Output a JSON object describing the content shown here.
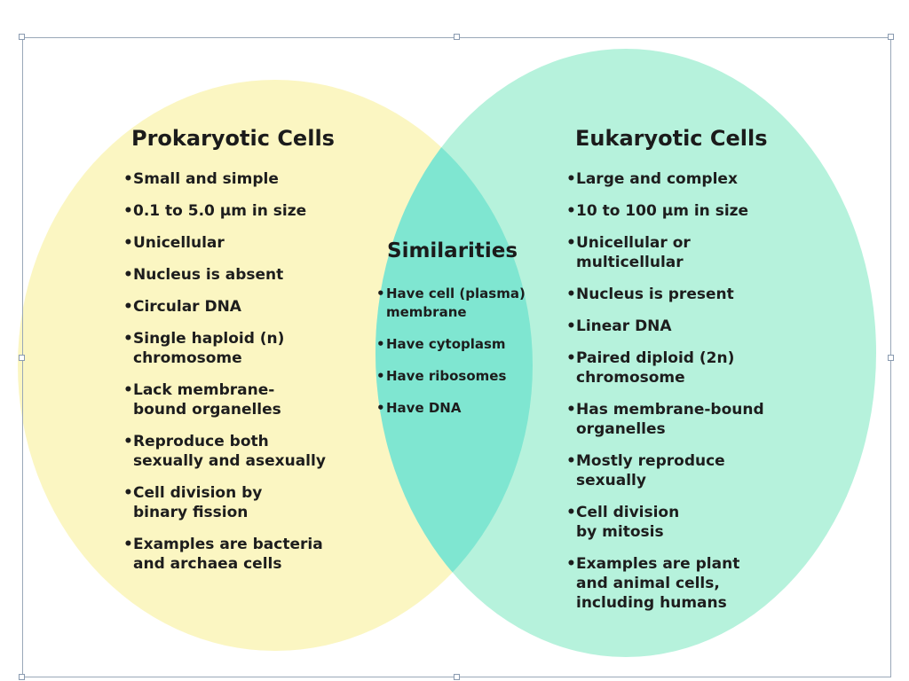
{
  "diagram": {
    "type": "venn",
    "colors": {
      "left_circle": "#fbf6c2",
      "right_circle": "#b6f2dc",
      "overlap": "#7fe6d1",
      "frame": "#9aa8b8"
    },
    "left": {
      "title": "Prokaryotic Cells",
      "items": [
        "Small and simple",
        "0.1 to 5.0 µm in size",
        "Unicellular",
        "Nucleus is absent",
        "Circular DNA",
        "Single haploid (n)\nchromosome",
        "Lack membrane-\nbound organelles",
        "Reproduce both\nsexually and asexually",
        "Cell division by\nbinary fission",
        "Examples are bacteria\nand archaea cells"
      ]
    },
    "middle": {
      "title": "Similarities",
      "items": [
        "Have cell (plasma)\nmembrane",
        "Have cytoplasm",
        "Have ribosomes",
        "Have DNA"
      ]
    },
    "right": {
      "title": "Eukaryotic Cells",
      "items": [
        "Large and complex",
        "10 to 100 µm in size",
        "Unicellular or\nmulticellular",
        "Nucleus is present",
        "Linear DNA",
        "Paired diploid (2n)\nchromosome",
        "Has membrane-bound\norganelles",
        "Mostly reproduce\nsexually",
        "Cell division\nby mitosis",
        "Examples are plant\nand animal cells,\nincluding humans"
      ]
    }
  }
}
